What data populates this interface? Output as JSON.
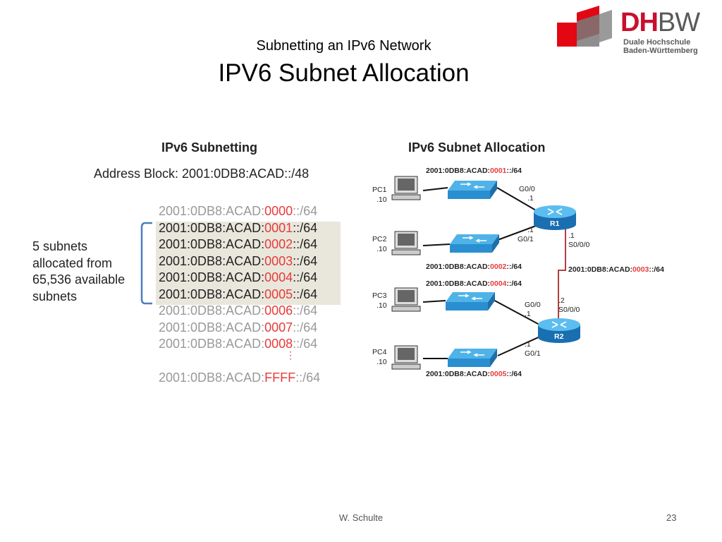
{
  "slide": {
    "subtitle": "Subnetting an IPv6 Network",
    "title": "IPV6 Subnet Allocation",
    "footer_author": "W. Schulte",
    "page_number": "23"
  },
  "logo": {
    "letters_red": "DH",
    "letters_grey": "BW",
    "line1": "Duale Hochschule",
    "line2": "Baden-Württemberg"
  },
  "left_panel": {
    "title": "IPv6 Subnetting",
    "address_block": "Address Block: 2001:0DB8:ACAD::/48",
    "subnet_prefix": "2001:0DB8:ACAD:",
    "subnet_suffix": "::/64",
    "subnets": [
      {
        "id": "0000",
        "allocated": false
      },
      {
        "id": "0001",
        "allocated": true
      },
      {
        "id": "0002",
        "allocated": true
      },
      {
        "id": "0003",
        "allocated": true
      },
      {
        "id": "0004",
        "allocated": true
      },
      {
        "id": "0005",
        "allocated": true
      },
      {
        "id": "0006",
        "allocated": false
      },
      {
        "id": "0007",
        "allocated": false
      },
      {
        "id": "0008",
        "allocated": false
      }
    ],
    "ellipsis": "⋮",
    "last_subnet_id": "FFFF",
    "note_lines": [
      "5 subnets",
      "allocated from",
      "65,536 available",
      "subnets"
    ]
  },
  "right_panel": {
    "title": "IPv6 Subnet Allocation",
    "prefix": "2001:0DB8:ACAD:",
    "suffix": "::/64",
    "subnet_ids": {
      "top": "0001",
      "pc2": "0002",
      "wan": "0003",
      "pc3": "0004",
      "bottom": "0005"
    },
    "pcs": [
      {
        "name": "PC1",
        "host": ".10"
      },
      {
        "name": "PC2",
        "host": ".10"
      },
      {
        "name": "PC3",
        "host": ".10"
      },
      {
        "name": "PC4",
        "host": ".10"
      }
    ],
    "routers": [
      {
        "name": "R1"
      },
      {
        "name": "R2"
      }
    ],
    "interfaces": {
      "r1_g00": "G0/0",
      "r1_g00_host": ".1",
      "r1_g01": "G0/1",
      "r1_g01_host": ".1",
      "r1_s000_host": ".1",
      "r1_s000": "S0/0/0",
      "r2_s000_host": ".2",
      "r2_s000": "S0/0/0",
      "r2_g00": "G0/0",
      "r2_g00_host": ".1",
      "r2_g01_host": ".1",
      "r2_g01": "G0/1"
    },
    "colors": {
      "accent": "#e83a3a",
      "switch": "#2a8fd0",
      "router": "#1a6fb0",
      "serial_link": "#b04040"
    }
  }
}
